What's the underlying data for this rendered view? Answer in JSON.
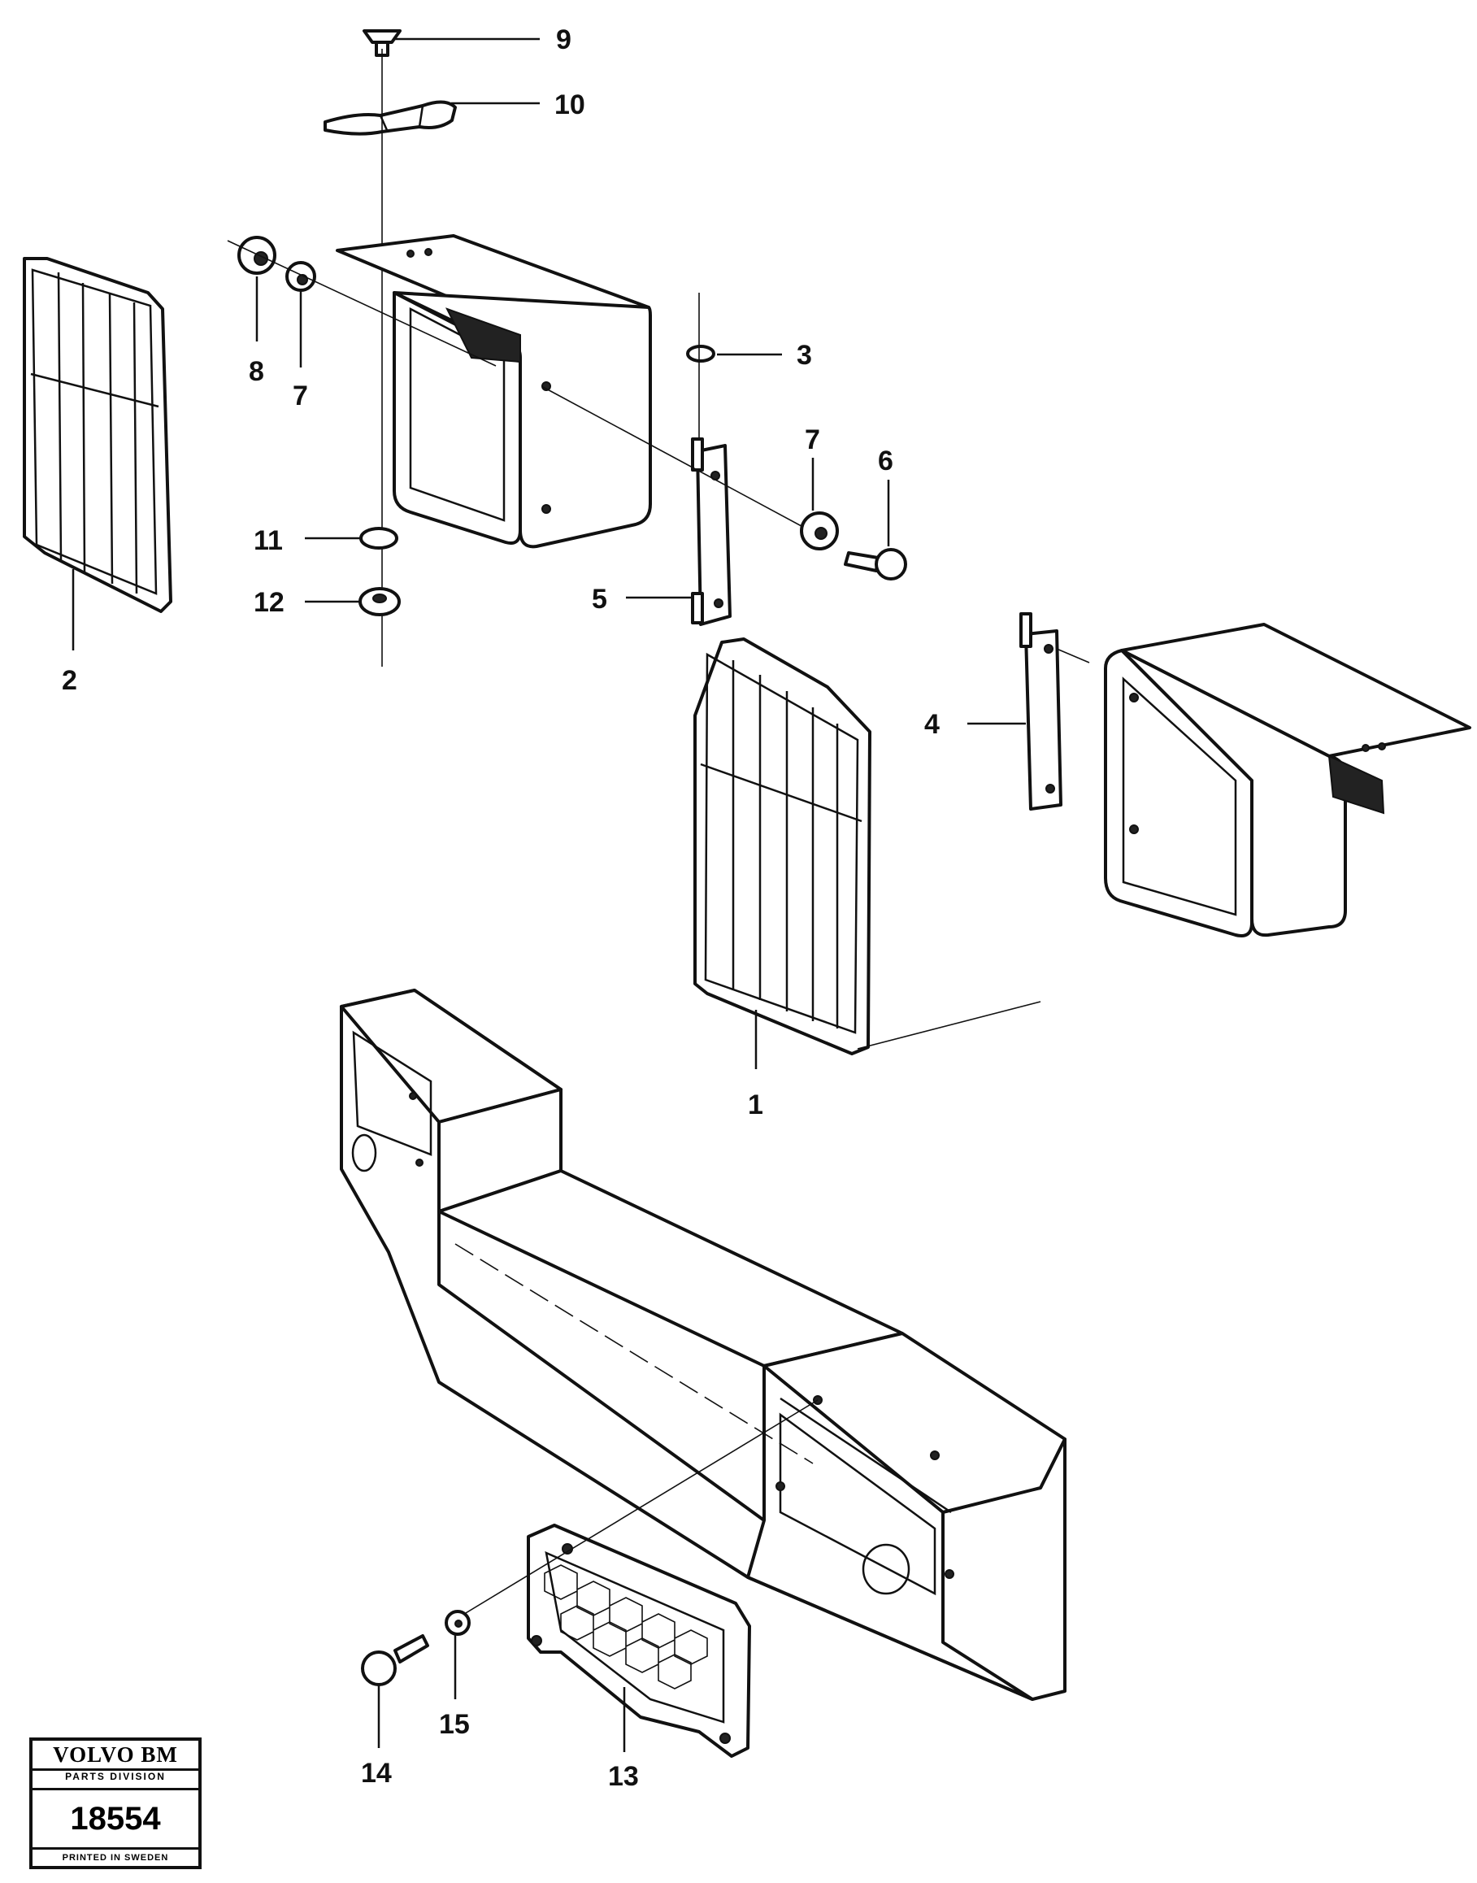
{
  "callouts": {
    "c1": "1",
    "c2": "2",
    "c3": "3",
    "c4": "4",
    "c5": "5",
    "c6": "6",
    "c7a": "7",
    "c7b": "7",
    "c8": "8",
    "c9": "9",
    "c10": "10",
    "c11": "11",
    "c12": "12",
    "c13": "13",
    "c14": "14",
    "c15": "15"
  },
  "stamp": {
    "brand": "VOLVO BM",
    "division": "PARTS DIVISION",
    "number": "18554",
    "printed": "PRINTED IN SWEDEN"
  }
}
